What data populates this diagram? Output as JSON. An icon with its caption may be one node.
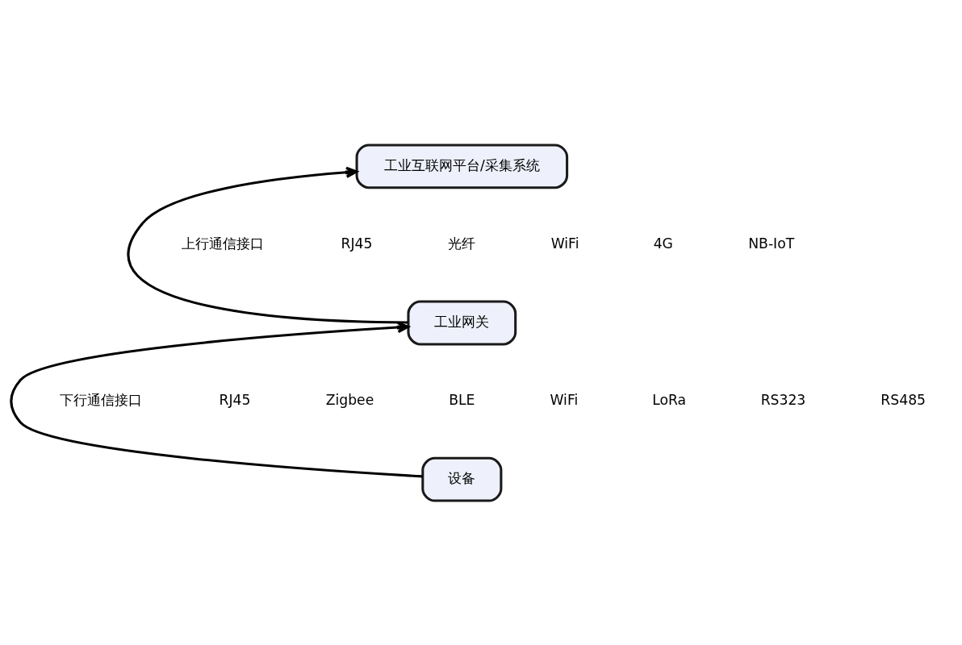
{
  "diagram": {
    "nodes": [
      {
        "text": [
          "工业互联网平台/采集系统"
        ]
      },
      {
        "text": [
          "工业网关"
        ]
      },
      {
        "text": [
          "设备"
        ]
      }
    ],
    "edges": [
      {
        "from": 1,
        "to": 0,
        "arrow": "to"
      },
      {
        "from": 2,
        "to": 1,
        "arrow": "to"
      }
    ],
    "labels": [
      "上行通信接口",
      "RJ45",
      "光纤",
      "WiFi",
      "4G",
      "NB-IoT",
      "下行通信接口",
      "RJ45",
      "Zigbee",
      "BLE",
      "WiFi",
      "LoRa",
      "RS323",
      "RS485"
    ]
  }
}
